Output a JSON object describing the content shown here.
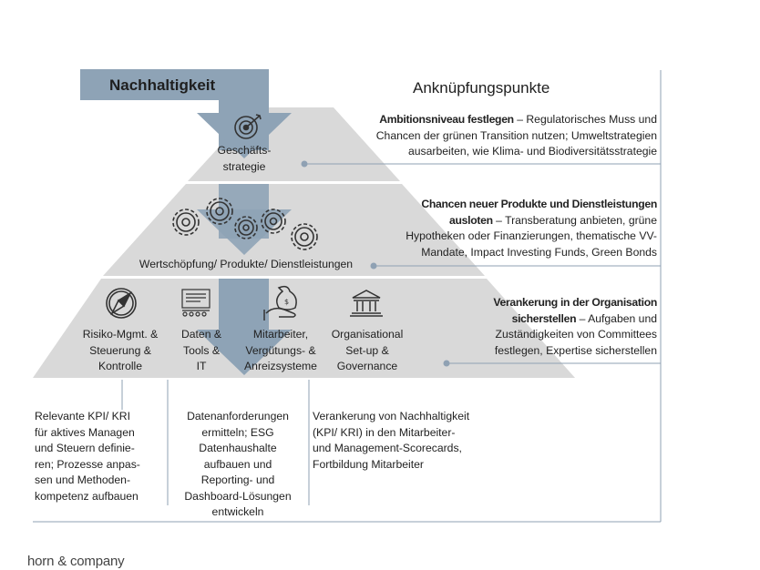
{
  "title": "Nachhaltigkeit",
  "right_title": "Anknüpfungspunkte",
  "pyramid": {
    "top": "Geschäfts-\nstrategie",
    "middle": "Wertschöpfung/ Produkte/ Dienstleistungen",
    "bottom": [
      "Risiko-Mgmt. &\nSteuerung &\nKontrolle",
      "Daten &\nTools &\nIT",
      "Mitarbeiter,\nVergütungs- &\nAnreizsysteme",
      "Organisational\nSet-up &\nGovernance"
    ]
  },
  "points": [
    {
      "bold": "Ambitionsniveau festlegen",
      "text": " – Regulatorisches Muss und\nChancen der grünen Transition nutzen; Umweltstrategien\nausarbeiten, wie Klima- und Biodiversitätsstrategie"
    },
    {
      "bold": "Chancen neuer Produkte und Dienstleistungen\nausloten",
      "text": " – Transberatung anbieten, grüne\nHypotheken oder Finanzierungen, thematische VV-\nMandate, Impact Investing Funds, Green Bonds"
    },
    {
      "bold": "Verankerung in der Organisation\nsicherstellen",
      "text": " – Aufgaben und\nZuständigkeiten von Committees\nfestlegen, Expertise sicherstellen"
    }
  ],
  "bottom_texts": [
    "Relevante KPI/ KRI\nfür aktives Managen\nund Steuern definie-\nren; Prozesse anpas-\nsen und  Methoden-\nkompetenz aufbauen",
    "Datenanforderungen\nermitteln; ESG\nDatenhaushalte\naufbauen und\nReporting- und\nDashboard-Lösungen\nentwickeln",
    "Verankerung von Nachhaltigkeit\n(KPI/ KRI) in den Mitarbeiter-\nund Management-Scorecards,\nFortbildung Mitarbeiter"
  ],
  "logo": "horn & company",
  "icons": [
    "target-icon",
    "gears-icon",
    "compass-icon",
    "data-tools-icon",
    "money-bag-hand-icon",
    "institution-icon"
  ],
  "colors": {
    "pyramid": "#d9d9d9",
    "arrow": "#8ea3b6",
    "line": "#8fa1b3"
  }
}
